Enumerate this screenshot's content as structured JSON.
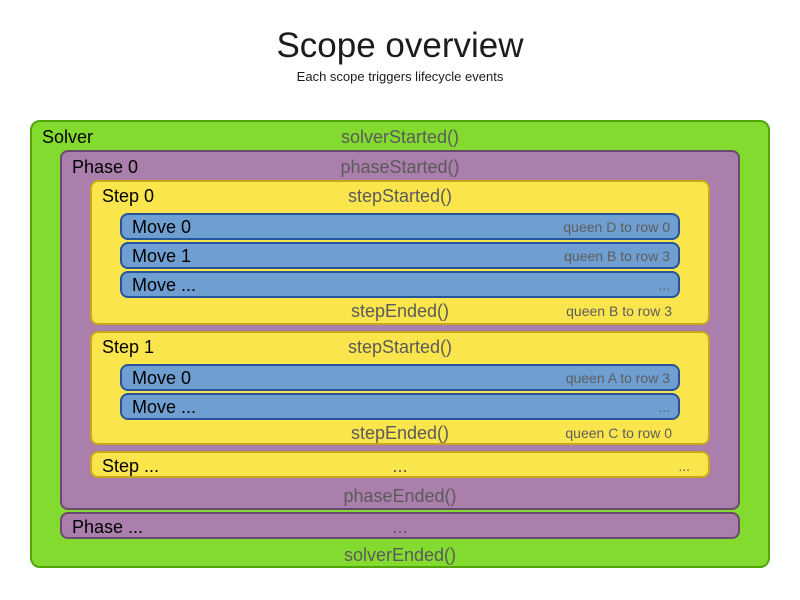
{
  "title": "Scope overview",
  "subtitle": "Each scope triggers lifecycle events",
  "colors": {
    "solver_fill": "#84db30",
    "solver_border": "#52a506",
    "phase_fill": "#ab7fac",
    "phase_border": "#6b4a70",
    "step_fill": "#fbe54d",
    "step_border": "#c7a71c",
    "move_fill": "#6f9ed0",
    "move_border": "#24549c",
    "label_text": "#000000",
    "event_text": "#5a5a5a"
  },
  "solver": {
    "label": "Solver",
    "started_event": "solverStarted()",
    "ended_event": "solverEnded()",
    "phases": [
      {
        "label": "Phase 0",
        "started_event": "phaseStarted()",
        "ended_event": "phaseEnded()",
        "steps": [
          {
            "label": "Step 0",
            "started_event": "stepStarted()",
            "ended_event": "stepEnded()",
            "ended_annotation": "queen B to row 3",
            "moves": [
              {
                "label": "Move 0",
                "annotation": "queen D to row 0"
              },
              {
                "label": "Move 1",
                "annotation": "queen B to row 3"
              },
              {
                "label": "Move ...",
                "annotation": "..."
              }
            ]
          },
          {
            "label": "Step 1",
            "started_event": "stepStarted()",
            "ended_event": "stepEnded()",
            "ended_annotation": "queen C to row 0",
            "moves": [
              {
                "label": "Move 0",
                "annotation": "queen A to row 3"
              },
              {
                "label": "Move ...",
                "annotation": "..."
              }
            ]
          },
          {
            "label": "Step ...",
            "center_text": "...",
            "right_text": "..."
          }
        ]
      },
      {
        "label": "Phase ...",
        "center_text": "..."
      }
    ]
  }
}
